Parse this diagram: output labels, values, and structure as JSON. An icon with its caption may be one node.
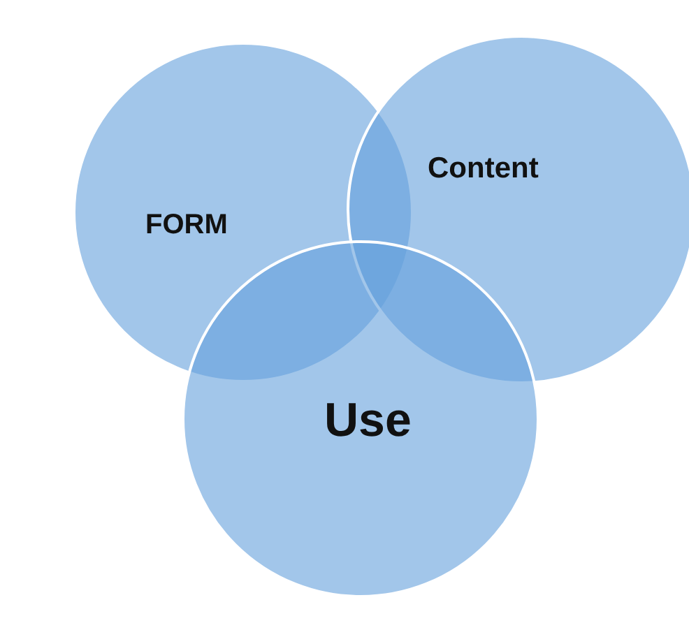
{
  "diagram": {
    "nodes": [
      {
        "text": [
          "FORM"
        ]
      },
      {
        "text": [
          "Content"
        ]
      },
      {
        "text": [
          "Use"
        ]
      }
    ]
  }
}
